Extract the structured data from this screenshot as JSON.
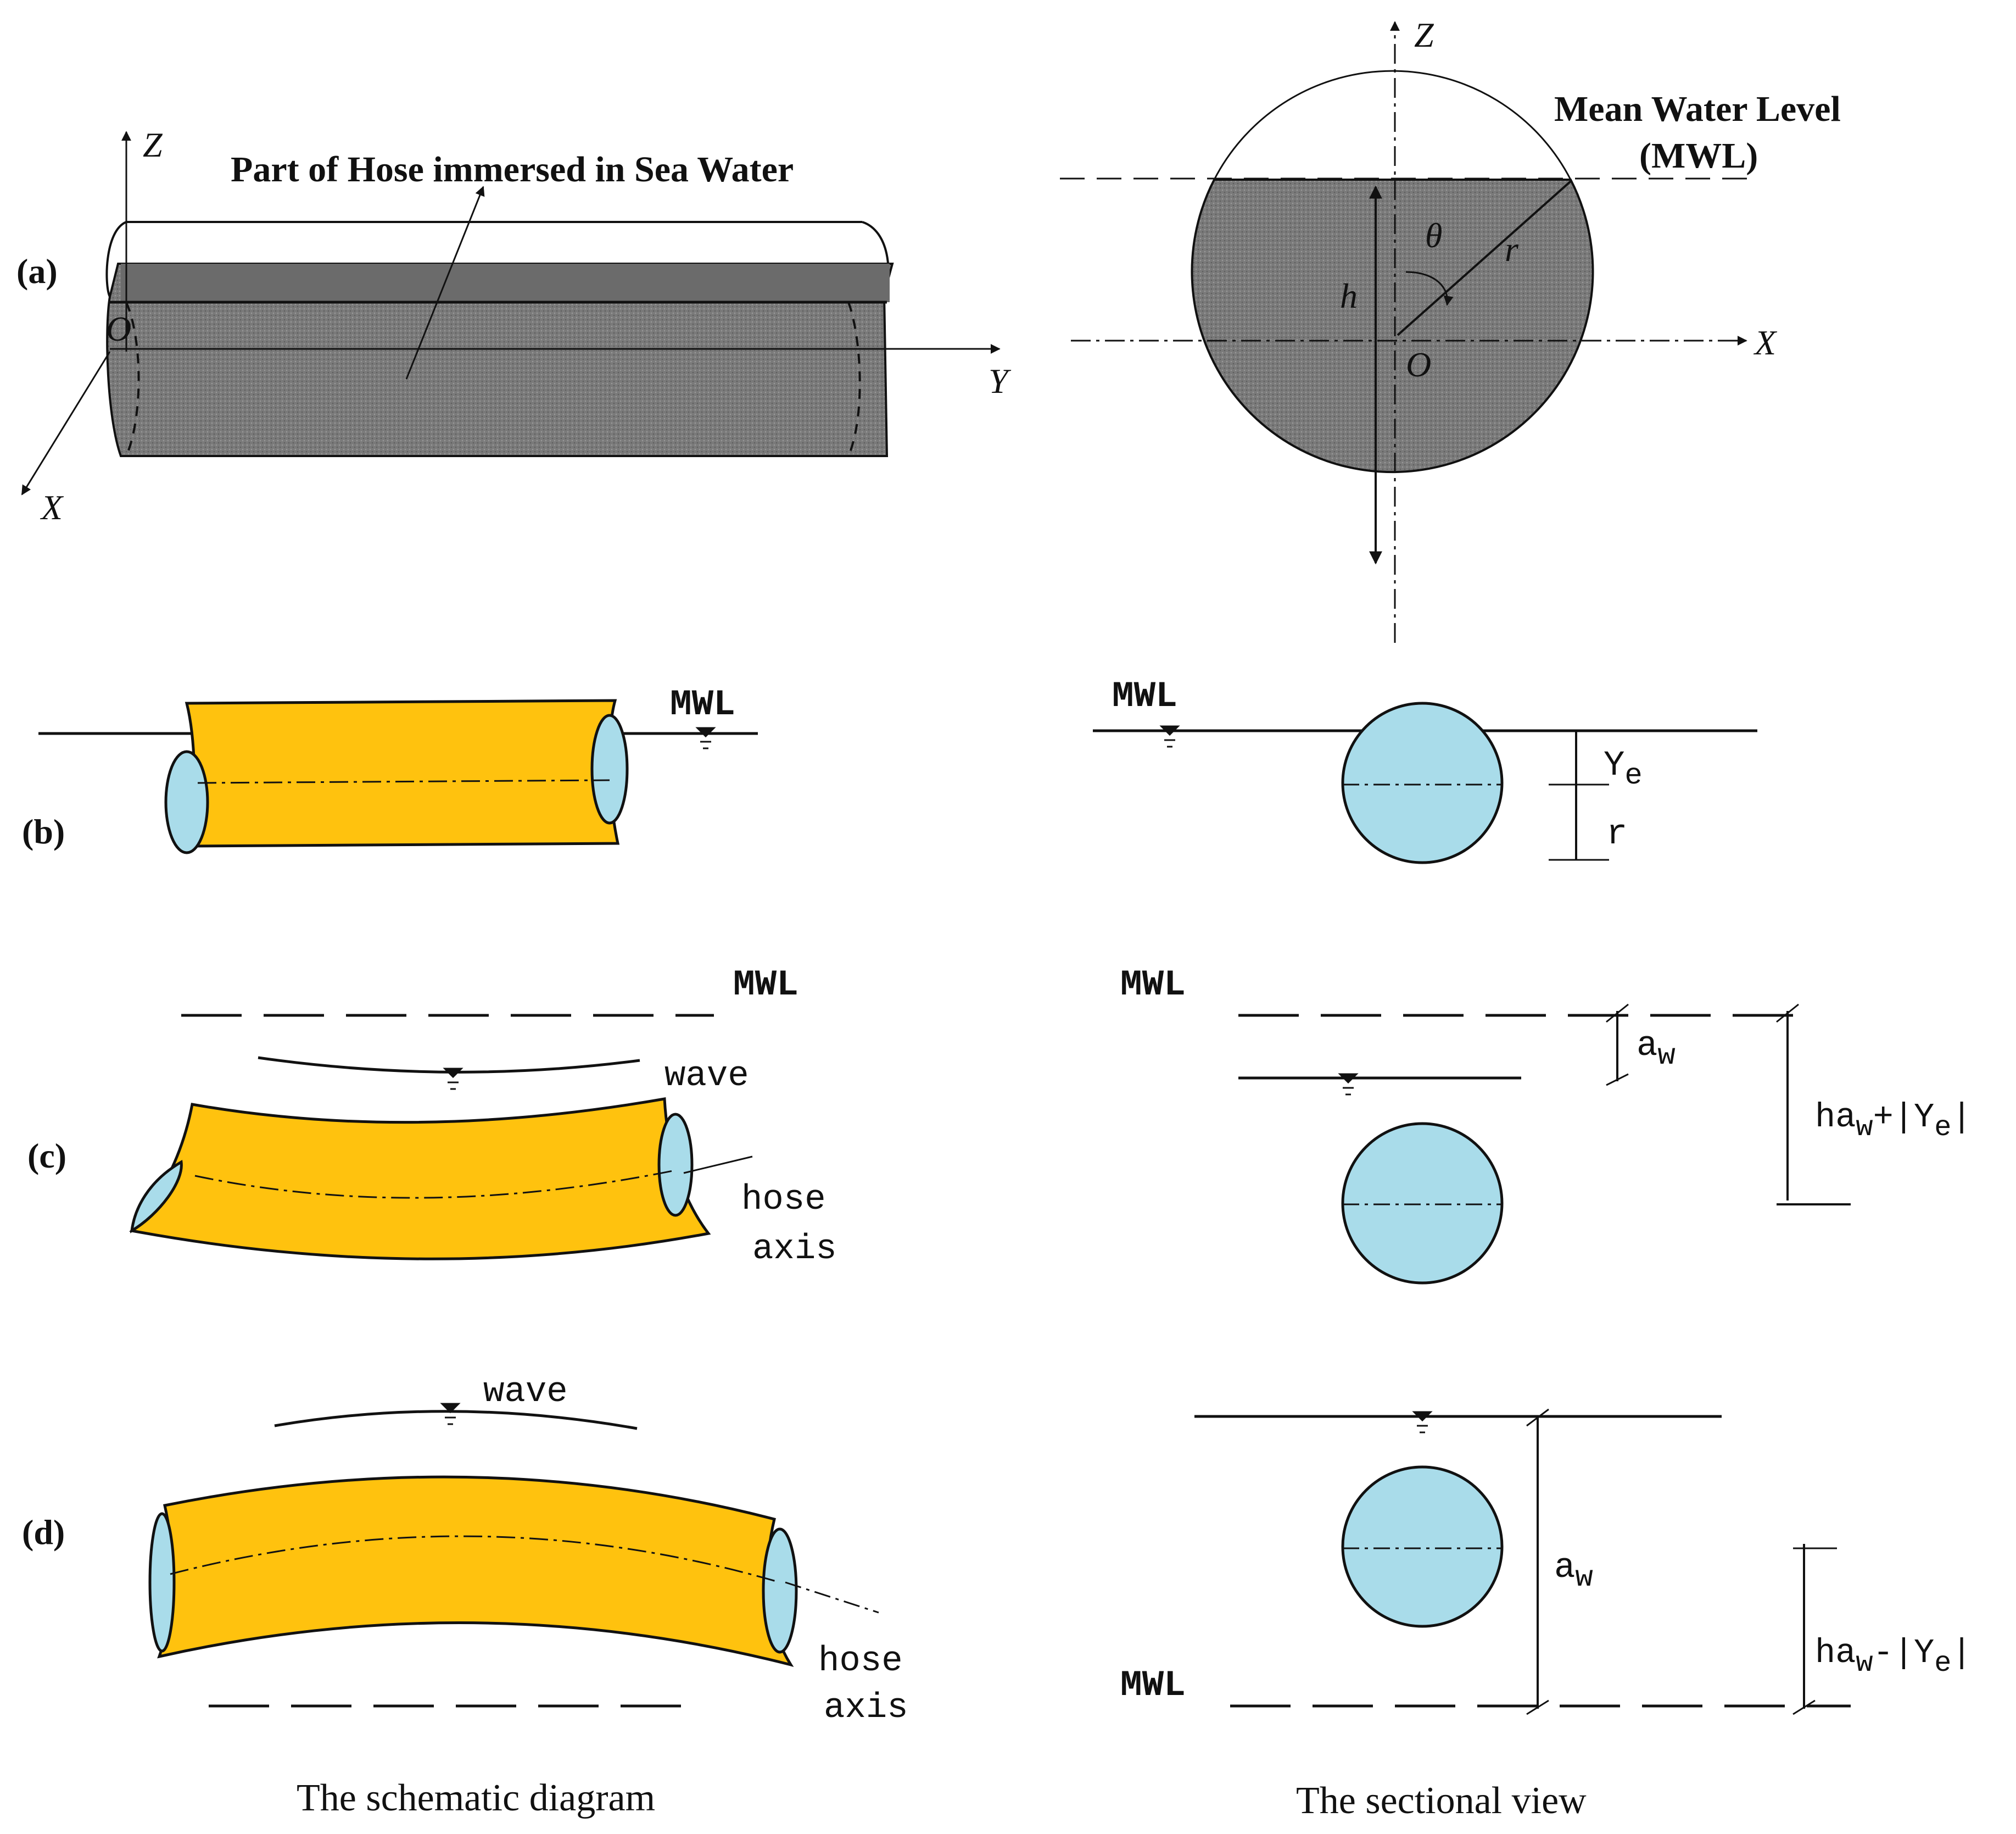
{
  "panel_labels": {
    "a": "(a)",
    "b": "(b)",
    "c": "(c)",
    "d": "(d)"
  },
  "panel_a": {
    "axes": {
      "z": "Z",
      "y": "Y",
      "x": "X",
      "origin": "O"
    },
    "immersed_note": "Part of Hose immersed in Sea Water",
    "section": {
      "z": "Z",
      "x": "X",
      "origin": "O",
      "h": "h",
      "theta": "θ",
      "r": "r",
      "mwl_line1": "Mean Water Level",
      "mwl_line2": "(MWL)"
    }
  },
  "panel_b": {
    "mwl_left": "MWL",
    "mwl_right": "MWL",
    "ye": "Y",
    "ye_sub": "e",
    "r": "r"
  },
  "panel_c": {
    "mwl_left": "MWL",
    "wave": "wave",
    "hose": "hose",
    "axis": "axis",
    "mwl_right": "MWL",
    "aw": "a",
    "aw_sub": "w",
    "dim_a": "ha",
    "dim_sub": "w",
    "dim_b": "+|Y",
    "dim_sub2": "e",
    "dim_c": "|"
  },
  "panel_d": {
    "wave": "wave",
    "hose": "hose",
    "axis": "axis",
    "mwl_right": "MWL",
    "aw": "a",
    "aw_sub": "w",
    "dim_a": "ha",
    "dim_sub": "w",
    "dim_b": "-|Y",
    "dim_sub2": "e",
    "dim_c": "|"
  },
  "captions": {
    "left": "The schematic diagram",
    "right": "The sectional view"
  },
  "colors": {
    "hose": "#FFC20E",
    "hose_end": "#A9DCEA",
    "water": "#7f7f7f",
    "ink": "#111111"
  }
}
